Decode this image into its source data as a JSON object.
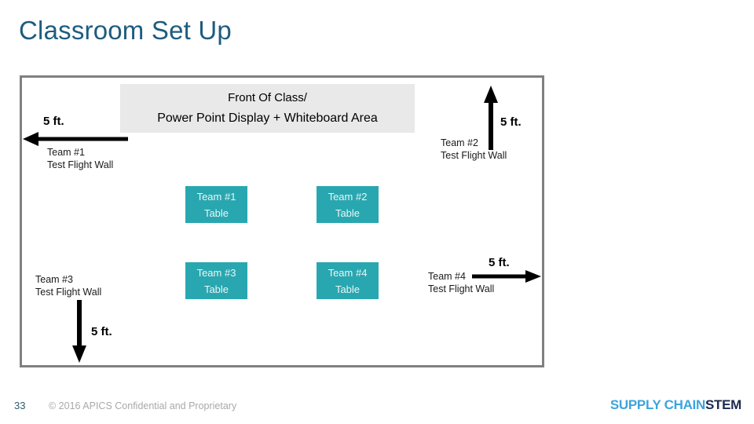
{
  "slide": {
    "title": "Classroom Set Up",
    "page_number": "33",
    "copyright": "© 2016 APICS Confidential and Proprietary",
    "logo": {
      "supply_chain": "SUPPLY CHAIN",
      "stem": "STEM"
    }
  },
  "classroom": {
    "front_area": {
      "line1": "Front Of Class/",
      "line2": "Power Point Display + Whiteboard Area"
    },
    "distances": {
      "left": "5 ft.",
      "right_top": "5 ft.",
      "right_middle": "5 ft.",
      "bottom": "5 ft."
    },
    "walls": {
      "team1": {
        "name": "Team #1",
        "label": "Test Flight Wall"
      },
      "team2": {
        "name": "Team #2",
        "label": "Test Flight Wall"
      },
      "team3": {
        "name": "Team #3",
        "label": "Test Flight Wall"
      },
      "team4": {
        "name": "Team #4",
        "label": "Test Flight Wall"
      }
    },
    "tables": [
      {
        "name": "Team #1",
        "label": "Table"
      },
      {
        "name": "Team #2",
        "label": "Table"
      },
      {
        "name": "Team #3",
        "label": "Table"
      },
      {
        "name": "Team #4",
        "label": "Table"
      }
    ],
    "colors": {
      "table_fill": "#29A7B0",
      "table_text": "#EAF6F6",
      "title_blue": "#1D5C7F",
      "logo_blue": "#3CA5DB",
      "logo_navy": "#1C2A50",
      "border_gray": "#808080",
      "front_area_bg": "#E9E9E9",
      "arrow_black": "#000000"
    }
  }
}
